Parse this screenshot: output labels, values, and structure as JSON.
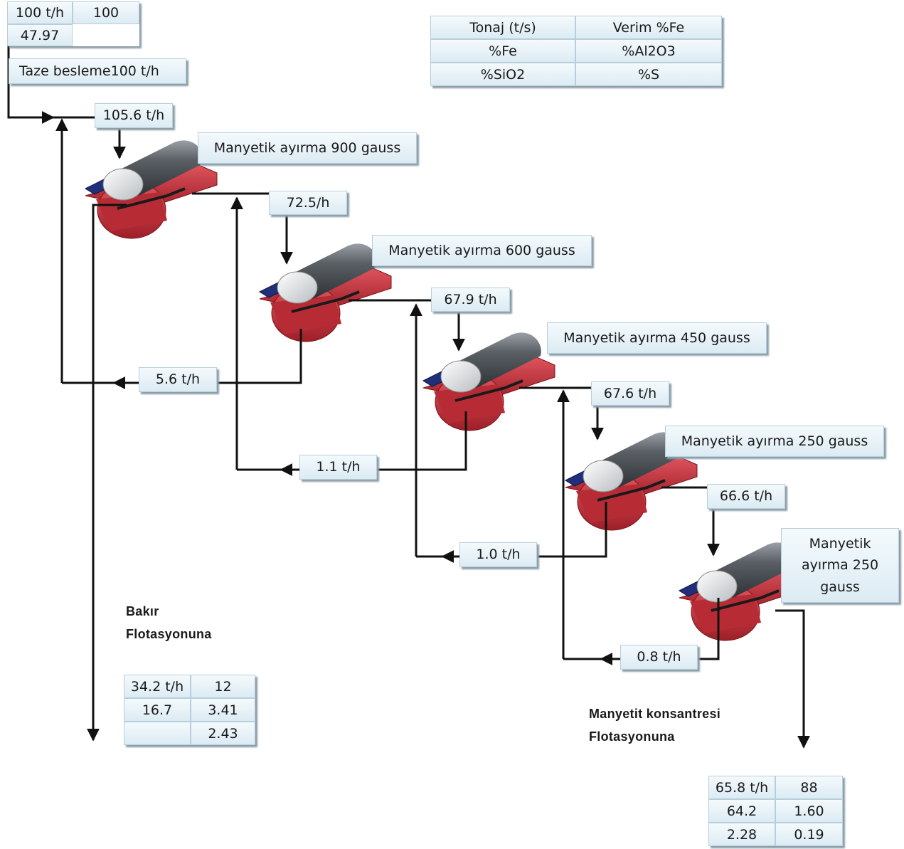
{
  "feed": {
    "top_row": [
      "100 t/h",
      "100"
    ],
    "fe": "47.97",
    "label": "Taze besleme100 t/h"
  },
  "legend": {
    "cells": [
      "Tonaj (t/s)",
      "Verim %Fe",
      "%Fe",
      "%Al2O3",
      "%SiO2",
      "%S"
    ]
  },
  "separators": [
    {
      "label": "Manyetik ayırma 900 gauss"
    },
    {
      "label": "Manyetik ayırma 600 gauss"
    },
    {
      "label": "Manyetik ayırma 450 gauss"
    },
    {
      "label": "Manyetik ayırma 250 gauss"
    },
    {
      "label": "Manyetik ayırma 250 gauss"
    }
  ],
  "flows": {
    "combined_feed": "105.6 t/h",
    "mag_1": "72.5/h",
    "mag_2": "67.9 t/h",
    "mag_3": "67.6 t/h",
    "mag_4": "66.6 t/h",
    "nonmag_2": "5.6 t/h",
    "nonmag_3": "1.1 t/h",
    "nonmag_4": "1.0 t/h",
    "nonmag_5": "0.8 t/h"
  },
  "tailings": {
    "title_line1": "Bakır",
    "title_line2": "Flotasyonuna",
    "cells": [
      "34.2 t/h",
      "12",
      "16.7",
      "3.41",
      "",
      "2.43"
    ]
  },
  "concentrate": {
    "title_line1": "Manyetit konsantresi",
    "title_line2": "Flotasyonuna",
    "cells": [
      "65.8 t/h",
      "88",
      "64.2",
      "1.60",
      "2.28",
      "0.19"
    ]
  },
  "colors": {
    "separator_red": "#c8323c",
    "separator_blue": "#1f2f7a",
    "drum_grey": "#6d7278",
    "box_fill": "#e6f1f7",
    "line": "#111111"
  }
}
